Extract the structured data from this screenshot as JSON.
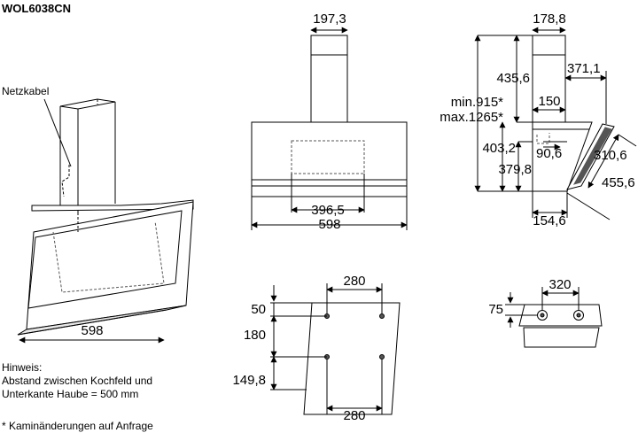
{
  "title": "WOL6038CN",
  "labels": {
    "netzkabel": "Netzkabel",
    "hinweis": "Hinweis:",
    "abstand_line1": "Abstand zwischen Kochfeld und",
    "abstand_line2": "Unterkante Haube = 500 mm",
    "footnote": "* Kaminänderungen auf Anfrage"
  },
  "dimensions": {
    "side_width": "598",
    "front_chimney_width": "197,3",
    "front_inner_width": "396,5",
    "front_total_width": "598",
    "side_chimney_depth": "178,8",
    "side_offset": "371,1",
    "side_chimney_height": "435,6",
    "side_min_height": "min.915*",
    "side_max_height": "max.1265*",
    "side_outlet": "150",
    "side_offset_small": "90,6",
    "side_body_height": "403,2",
    "side_body_height_inner": "379,8",
    "side_glass_1": "310,6",
    "side_glass_2": "455,6",
    "side_bottom_depth": "154,6",
    "mount_top_spacing": "280",
    "mount_top_offset": "50",
    "mount_mid_offset": "180",
    "mount_bottom_offset": "149,8",
    "mount_bottom_spacing": "280",
    "bracket_spacing": "320",
    "bracket_height": "75"
  },
  "colors": {
    "line": "#000000",
    "hidden": "#555555",
    "gray_fill": "#e6e6e6",
    "dark_fill": "#555555"
  }
}
